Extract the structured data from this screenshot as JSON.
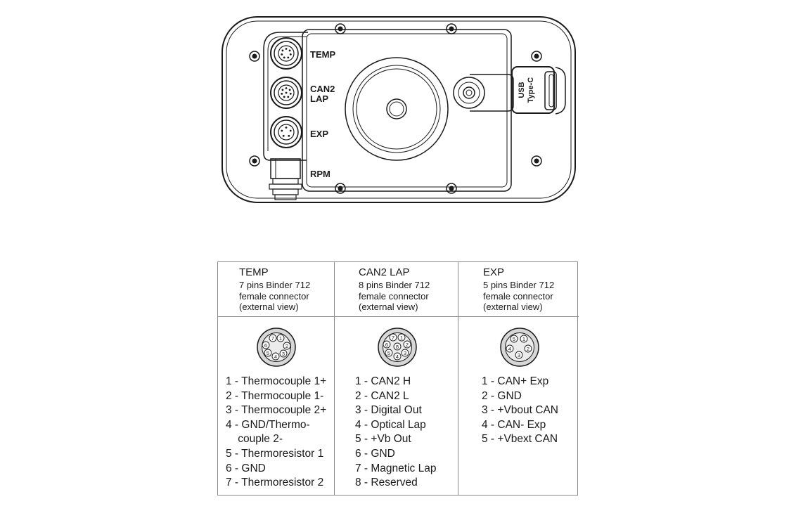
{
  "device": {
    "labels": {
      "temp": "TEMP",
      "can2_line1": "CAN2",
      "can2_line2": "LAP",
      "exp": "EXP",
      "rpm": "RPM",
      "usb_line1": "USB",
      "usb_line2": "Type-C"
    }
  },
  "table": {
    "columns": [
      {
        "title": "TEMP",
        "desc": [
          "7 pins Binder 712",
          "female connector",
          "(external view)"
        ],
        "pins": [
          "1 - Thermocouple 1+",
          "2 - Thermocouple 1-",
          "3 - Thermocouple 2+",
          "4 - GND/Thermo-",
          "    couple 2-",
          "5 - Thermoresistor 1",
          "6 - GND",
          "7 - Thermoresistor 2"
        ],
        "connector_pins": [
          "1",
          "2",
          "3",
          "4",
          "5",
          "6",
          "7"
        ]
      },
      {
        "title": "CAN2 LAP",
        "desc": [
          "8 pins Binder 712",
          "female connector",
          "(external view)"
        ],
        "pins": [
          "1 - CAN2 H",
          "2 - CAN2 L",
          "3 - Digital Out",
          "4 - Optical Lap",
          "5 - +Vb Out",
          "6 - GND",
          "7 - Magnetic Lap",
          "8 - Reserved"
        ],
        "connector_pins": [
          "1",
          "2",
          "3",
          "4",
          "5",
          "6",
          "7",
          "8"
        ]
      },
      {
        "title": "EXP",
        "desc": [
          "5 pins Binder 712",
          "female connector",
          "(external view)"
        ],
        "pins": [
          "1 - CAN+ Exp",
          "2 - GND",
          "3 - +Vbout CAN",
          "4 - CAN- Exp",
          "5 - +Vbext CAN"
        ],
        "connector_pins": [
          "1",
          "2",
          "3",
          "4",
          "5"
        ]
      }
    ]
  }
}
